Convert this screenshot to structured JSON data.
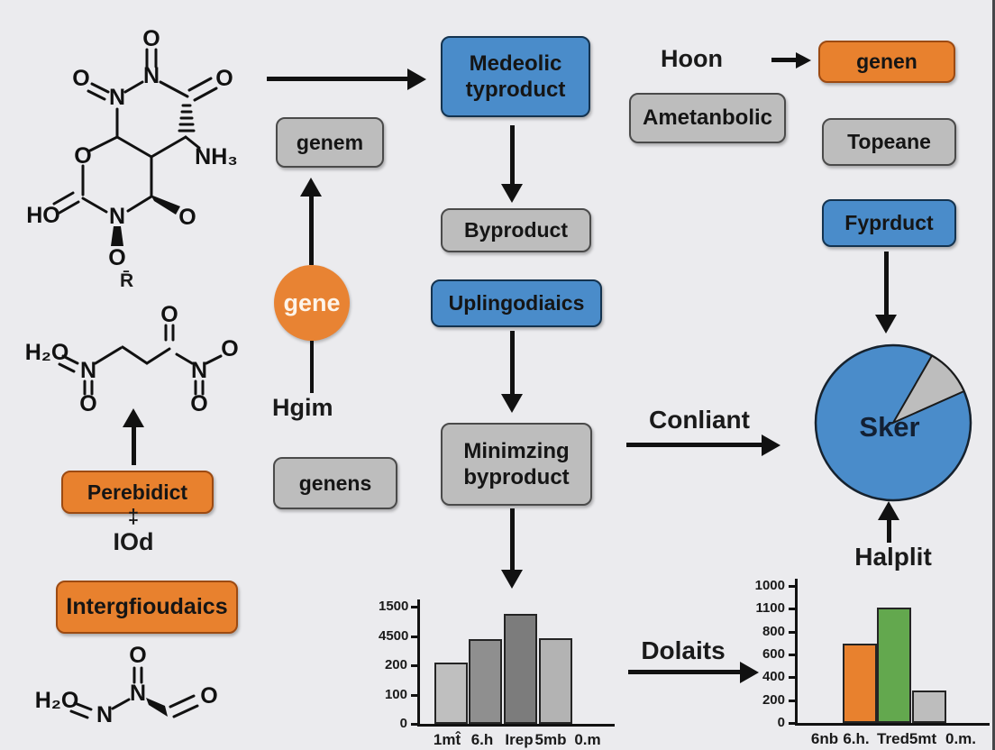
{
  "colors": {
    "background": "#ebebee",
    "blue": "#4a8cca",
    "orange": "#e8812e",
    "gray_box": "#bdbdbd",
    "green": "#63a84e",
    "ink": "#1a1a1a"
  },
  "molecules": {
    "m1": {
      "label": "R̄",
      "atoms": {
        "o_top": "O",
        "o_upleft": "O",
        "n_top": "N",
        "n_top2": "N",
        "o_right": "O",
        "nh3": "NH₃",
        "o_ring": "O",
        "ho": "HO",
        "n_ring": "N",
        "o_bottom": "O",
        "o_botright": "O"
      }
    },
    "m2": {
      "atoms": {
        "h2o": "H₂O",
        "n1": "N",
        "o_below_n1": "O",
        "o_top": "O",
        "n2": "N",
        "o_upright": "O",
        "o_below_n2": "O"
      }
    },
    "m3": {
      "atoms": {
        "h2o": "H₂O",
        "n1": "N",
        "n2": "N",
        "o_top": "O",
        "o_right": "O"
      }
    }
  },
  "nodes": {
    "medeolic_line1": "Medeolic",
    "medeolic_line2": "typroduct",
    "byproduct": "Byproduct",
    "uplingodiaics": "Uplingodiaics",
    "minimzing_line1": "Minimzing",
    "minimzing_line2": "byproduct",
    "genem": "genem",
    "gene": "gene",
    "hgim": "Hgim",
    "genens": "genens",
    "hoon": "Hoon",
    "genen": "genen",
    "ametanbolic": "Ametanbolic",
    "topeane": "Topeane",
    "fyprduct": "Fyprduct",
    "conliant": "Conliant",
    "dolaits": "Dolaits",
    "halplit": "Halplit",
    "perebidict": "Perebidict",
    "double_dagger": "‡",
    "iod": "IOd",
    "intergfioudaics": "Intergfioudaics"
  },
  "chart_data": [
    {
      "type": "bar",
      "position": "bottom-center",
      "ytick_labels": [
        "1500",
        "4500",
        "200",
        "100",
        "0"
      ],
      "xtick_labels": [
        "1mt̂",
        "6.h",
        "Irep",
        "5mb",
        "0.m"
      ],
      "bars": [
        {
          "x": "1mt̂",
          "value_frac": 0.52,
          "color": "#bfbfbf"
        },
        {
          "x": "6.h",
          "value_frac": 0.72,
          "color": "#8f8f8f"
        },
        {
          "x": "Irep",
          "value_frac": 0.94,
          "color": "#7c7c7c"
        },
        {
          "x": "5mb",
          "value_frac": 0.73,
          "color": "#b3b3b3"
        }
      ]
    },
    {
      "type": "bar",
      "position": "bottom-right",
      "ytick_labels": [
        "1000",
        "1100",
        "800",
        "600",
        "400",
        "200",
        "0"
      ],
      "xtick_labels": [
        "6nb",
        "6.h.",
        "Tred",
        "5mt",
        "0.m."
      ],
      "bars": [
        {
          "x": "6.h.",
          "value_frac": 0.58,
          "color": "#e8812e"
        },
        {
          "x": "Tred",
          "value_frac": 0.84,
          "color": "#63a84e"
        },
        {
          "x": "5mt",
          "value_frac": 0.24,
          "color": "#bdbdbd"
        }
      ]
    },
    {
      "type": "pie",
      "label": "Sker",
      "slices": [
        {
          "name": "Sker",
          "value_frac": 0.9,
          "color": "#4a8cca"
        },
        {
          "name": "minor",
          "value_frac": 0.1,
          "color": "#bdbdbd"
        }
      ],
      "gray_slice_start_deg": 30,
      "gray_slice_end_deg": 66
    }
  ]
}
